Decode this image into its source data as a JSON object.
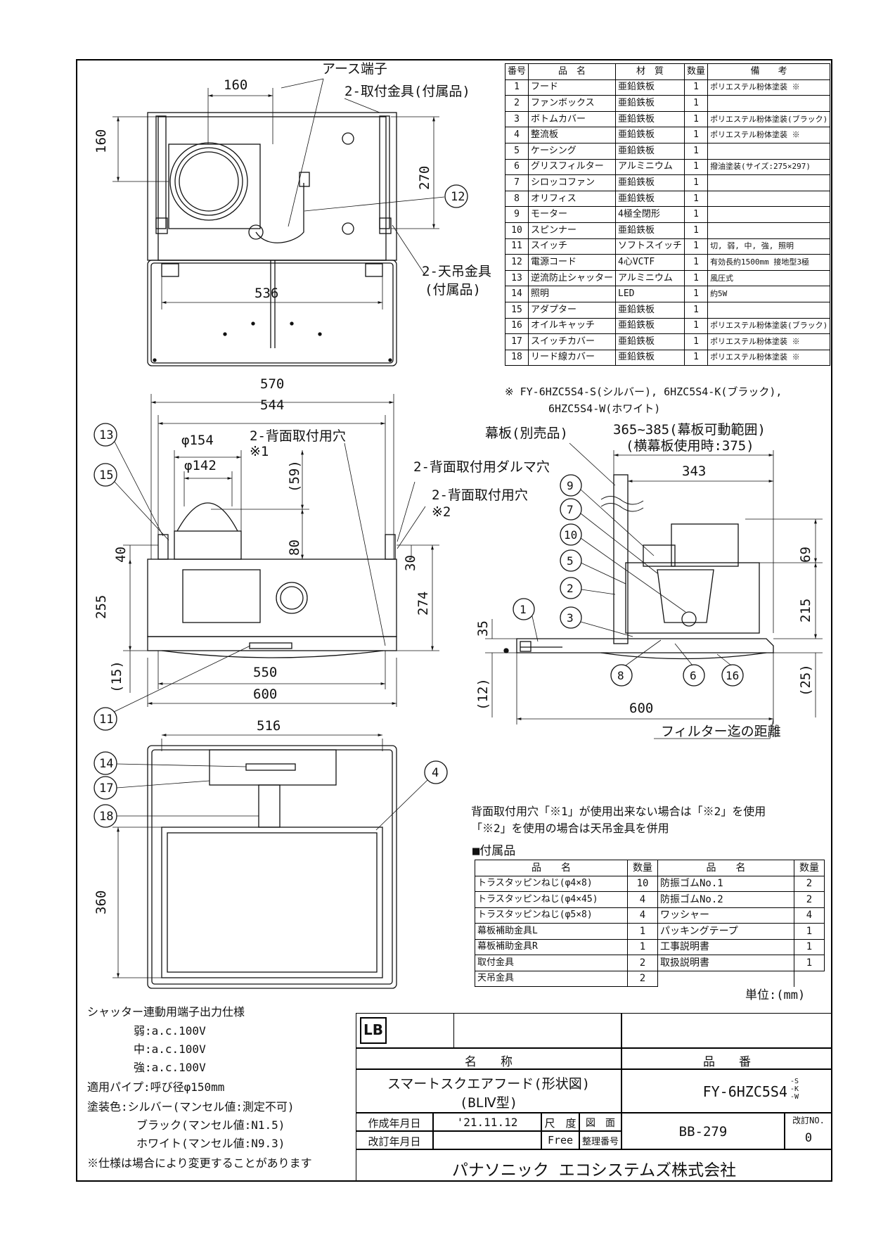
{
  "parts_table": {
    "headers": [
      "番号",
      "品　名",
      "材　質",
      "数量",
      "備　　考"
    ],
    "rows": [
      [
        "1",
        "フード",
        "亜鉛鉄板",
        "1",
        "ポリエステル粉体塗装 ※"
      ],
      [
        "2",
        "ファンボックス",
        "亜鉛鉄板",
        "1",
        ""
      ],
      [
        "3",
        "ボトムカバー",
        "亜鉛鉄板",
        "1",
        "ポリエステル粉体塗装(ブラック)"
      ],
      [
        "4",
        "整流板",
        "亜鉛鉄板",
        "1",
        "ポリエステル粉体塗装 ※"
      ],
      [
        "5",
        "ケーシング",
        "亜鉛鉄板",
        "1",
        ""
      ],
      [
        "6",
        "グリスフィルター",
        "アルミニウム",
        "1",
        "撥油塗装(サイズ:275×297)"
      ],
      [
        "7",
        "シロッコファン",
        "亜鉛鉄板",
        "1",
        ""
      ],
      [
        "8",
        "オリフィス",
        "亜鉛鉄板",
        "1",
        ""
      ],
      [
        "9",
        "モーター",
        "4極全閉形",
        "1",
        ""
      ],
      [
        "10",
        "スピンナー",
        "亜鉛鉄板",
        "1",
        ""
      ],
      [
        "11",
        "スイッチ",
        "ソフトスイッチ",
        "1",
        "切, 弱, 中, 強, 照明"
      ],
      [
        "12",
        "電源コード",
        "4心VCTF",
        "1",
        "有効長約1500mm 接地型3極"
      ],
      [
        "13",
        "逆流防止シャッター",
        "アルミニウム",
        "1",
        "風圧式"
      ],
      [
        "14",
        "照明",
        "LED",
        "1",
        "約5W"
      ],
      [
        "15",
        "アダプター",
        "亜鉛鉄板",
        "1",
        ""
      ],
      [
        "16",
        "オイルキャッチ",
        "亜鉛鉄板",
        "1",
        "ポリエステル粉体塗装(ブラック)"
      ],
      [
        "17",
        "スイッチカバー",
        "亜鉛鉄板",
        "1",
        "ポリエステル粉体塗装 ※"
      ],
      [
        "18",
        "リード線カバー",
        "亜鉛鉄板",
        "1",
        "ポリエステル粉体塗装 ※"
      ]
    ],
    "footnote_line1": "※ FY-6HZC5S4-S(シルバー), 6HZC5S4-K(ブラック),",
    "footnote_line2": "6HZC5S4-W(ホワイト)"
  },
  "top_view": {
    "earth": "アース端子",
    "bracket": "2-取付金具(付属品)",
    "ceiling1": "2-天吊金具",
    "ceiling2": "(付属品)",
    "dims": {
      "w160": "160",
      "h160": "160",
      "h270": "270",
      "w536": "536"
    },
    "balloon": "12"
  },
  "front_view": {
    "dims": {
      "w570": "570",
      "w544": "544",
      "d154": "φ154",
      "d142": "φ142",
      "h59": "(59)",
      "h80": "80",
      "h40": "40",
      "h255": "255",
      "h30": "30",
      "h274": "274",
      "h15": "(15)",
      "w550": "550",
      "w600": "600"
    },
    "hole1a": "2-背面取付用穴",
    "hole1b": "※1",
    "daruma": "2-背面取付用ダルマ穴",
    "hole2a": "2-背面取付用穴",
    "hole2b": "※2",
    "balloons": [
      "13",
      "15",
      "11"
    ]
  },
  "side_view": {
    "makuita": "幕板(別売品)",
    "range": "365~385(幕板可動範囲)",
    "range2": "(横幕板使用時:375)",
    "dims": {
      "w343": "343",
      "h69": "69",
      "h215": "215",
      "h35": "35",
      "h12": "(12)",
      "h25": "(25)",
      "w600": "600"
    },
    "filter_label": "フィルター迄の距離",
    "balloons": [
      "9",
      "7",
      "10",
      "5",
      "2",
      "1",
      "3",
      "8",
      "6",
      "16"
    ]
  },
  "bottom_view": {
    "dims": {
      "w516": "516",
      "h360": "360"
    },
    "balloons": [
      "14",
      "17",
      "18",
      "4"
    ]
  },
  "notes": {
    "rear1": "背面取付用穴「※1」が使用出来ない場合は「※2」を使用",
    "rear2": "「※2」を使用の場合は天吊金具を併用",
    "accessories_title": "■付属品",
    "unit": "単位:(mm)"
  },
  "accessories": {
    "headers": [
      "品　　名",
      "数量",
      "品　　名",
      "数量"
    ],
    "rows": [
      [
        "トラスタッピンねじ(φ4×8)",
        "10",
        "防振ゴムNo.1",
        "2"
      ],
      [
        "トラスタッピンねじ(φ4×45)",
        "4",
        "防振ゴムNo.2",
        "2"
      ],
      [
        "トラスタッピンねじ(φ5×8)",
        "4",
        "ワッシャー",
        "4"
      ],
      [
        "幕板補助金具L",
        "1",
        "パッキングテープ",
        "1"
      ],
      [
        "幕板補助金具R",
        "1",
        "工事説明書",
        "1"
      ],
      [
        "取付金具",
        "2",
        "取扱説明書",
        "1"
      ],
      [
        "天吊金具",
        "2",
        "",
        ""
      ]
    ]
  },
  "spec": {
    "lines": [
      "シャッター連動用端子出力仕様",
      "弱:a.c.100V",
      "中:a.c.100V",
      "強:a.c.100V",
      "適用パイプ:呼び径φ150mm",
      "塗装色:シルバー(マンセル値:測定不可)",
      "ブラック(マンセル値:N1.5)",
      "ホワイト(マンセル値:N9.3)",
      "※仕様は場合により変更することがあります"
    ]
  },
  "title_block": {
    "logo": "LB",
    "name_header": "名　　称",
    "number_header": "品　　番",
    "name1": "スマートスクエアフード(形状図)",
    "name2": "(BLⅣ型)",
    "model": "FY-6HZC5S4",
    "variants": [
      "-S",
      "-K",
      "-W"
    ],
    "created_label": "作成年月日",
    "created_date": "'21.11.12",
    "revised_label": "改訂年月日",
    "scale_label": "尺　度",
    "scale_value": "Free",
    "drawing_label1": "図　面",
    "drawing_label2": "整理番号",
    "drawing_number": "BB-279",
    "rev_label": "改訂NO.",
    "rev_value": "0",
    "company": "パナソニック エコシステムズ株式会社"
  }
}
